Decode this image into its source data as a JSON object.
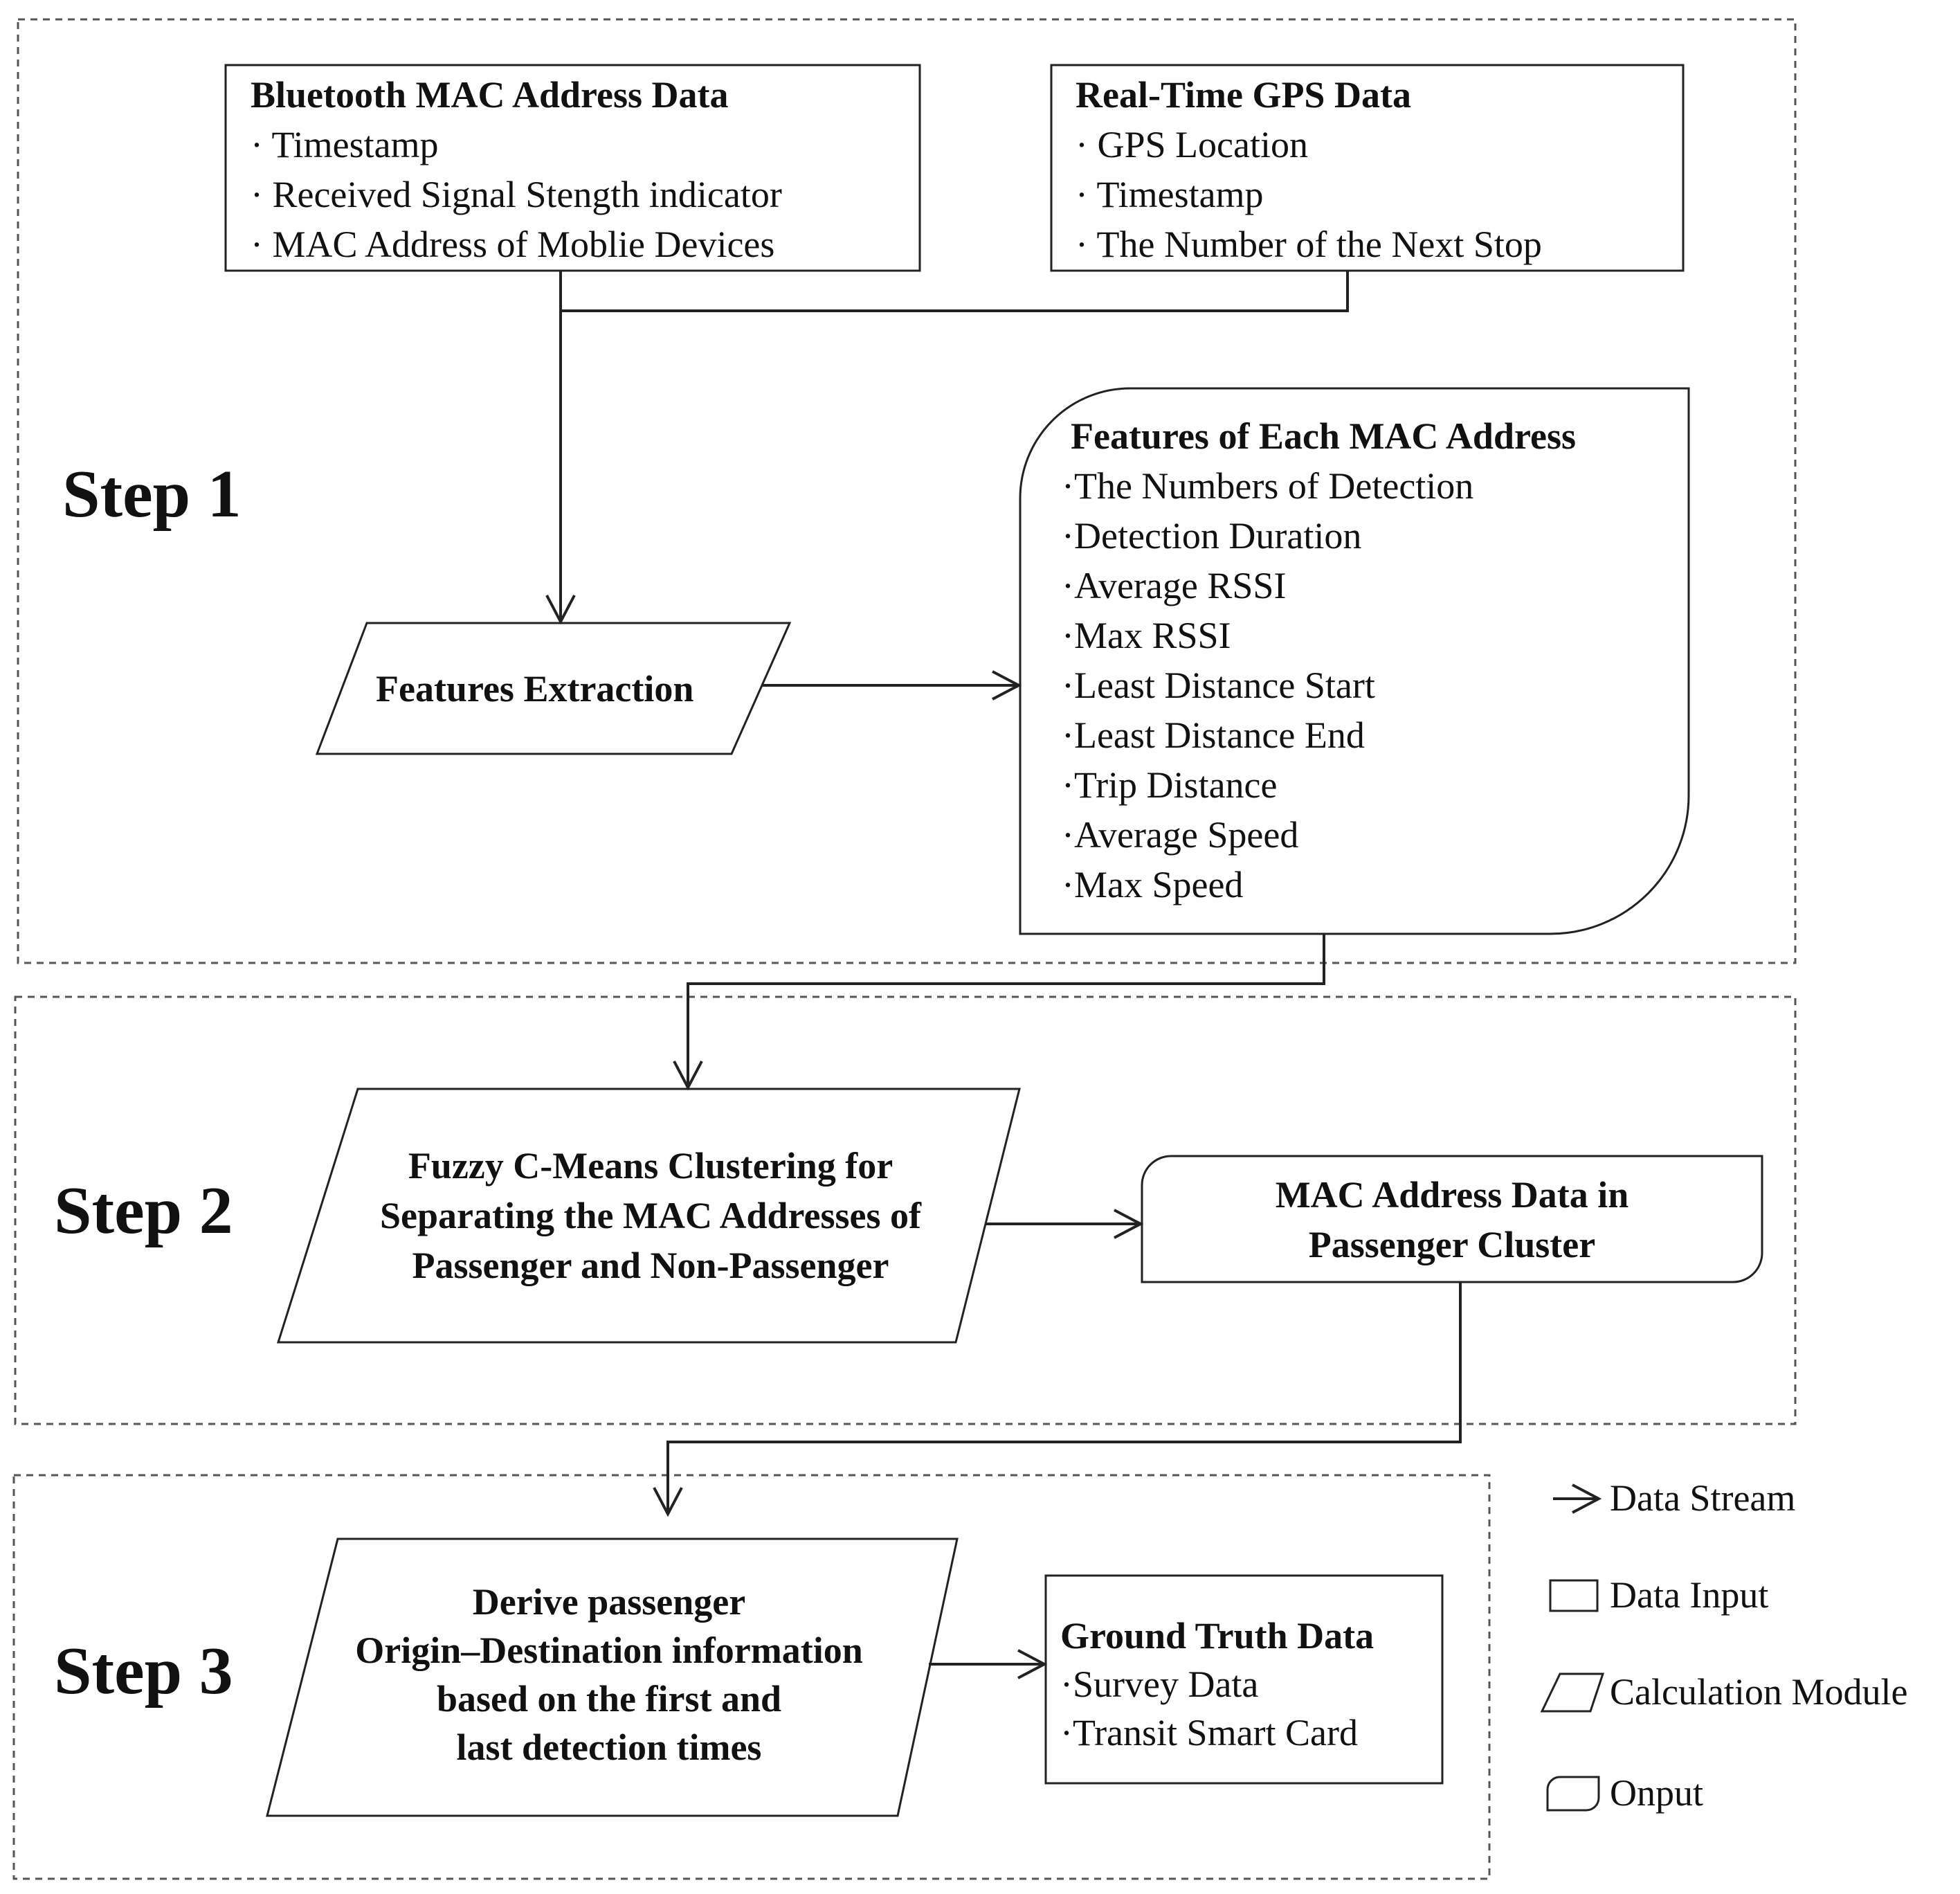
{
  "steps": {
    "step1": "Step 1",
    "step2": "Step 2",
    "step3": "Step 3"
  },
  "bluetooth_box": {
    "title": "Bluetooth MAC Address Data",
    "items": [
      "· Timestamp",
      "· Received Signal Stength indicator",
      "· MAC Address of Moblie Devices"
    ]
  },
  "gps_box": {
    "title": "Real-Time GPS Data",
    "items": [
      "· GPS Location",
      "· Timestamp",
      "· The Number of the Next Stop"
    ]
  },
  "features_extraction": {
    "label": "Features Extraction"
  },
  "features_box": {
    "title": "Features of Each MAC Address",
    "items": [
      "·The Numbers of Detection",
      "·Detection Duration",
      "·Average RSSI",
      "·Max RSSI",
      "·Least Distance Start",
      "·Least Distance End",
      "·Trip Distance",
      "·Average Speed",
      "·Max Speed"
    ]
  },
  "fuzzy_module": {
    "lines": [
      "Fuzzy C-Means Clustering for",
      "Separating the MAC Addresses of",
      "Passenger and Non-Passenger"
    ]
  },
  "passenger_cluster": {
    "lines": [
      "MAC Address Data in",
      "Passenger Cluster"
    ]
  },
  "od_module": {
    "lines": [
      "Derive passenger",
      "Origin–Destination information",
      "based on the first and",
      "last detection times"
    ]
  },
  "ground_truth": {
    "title": "Ground Truth Data",
    "items": [
      "·Survey Data",
      "·Transit Smart Card"
    ]
  },
  "legend": {
    "data_stream": "Data Stream",
    "data_input": "Data Input",
    "calculation_module": "Calculation Module",
    "output": "Onput"
  },
  "colors": {
    "stroke": "#222222",
    "dashed_border": "#555555",
    "text": "#111111"
  }
}
